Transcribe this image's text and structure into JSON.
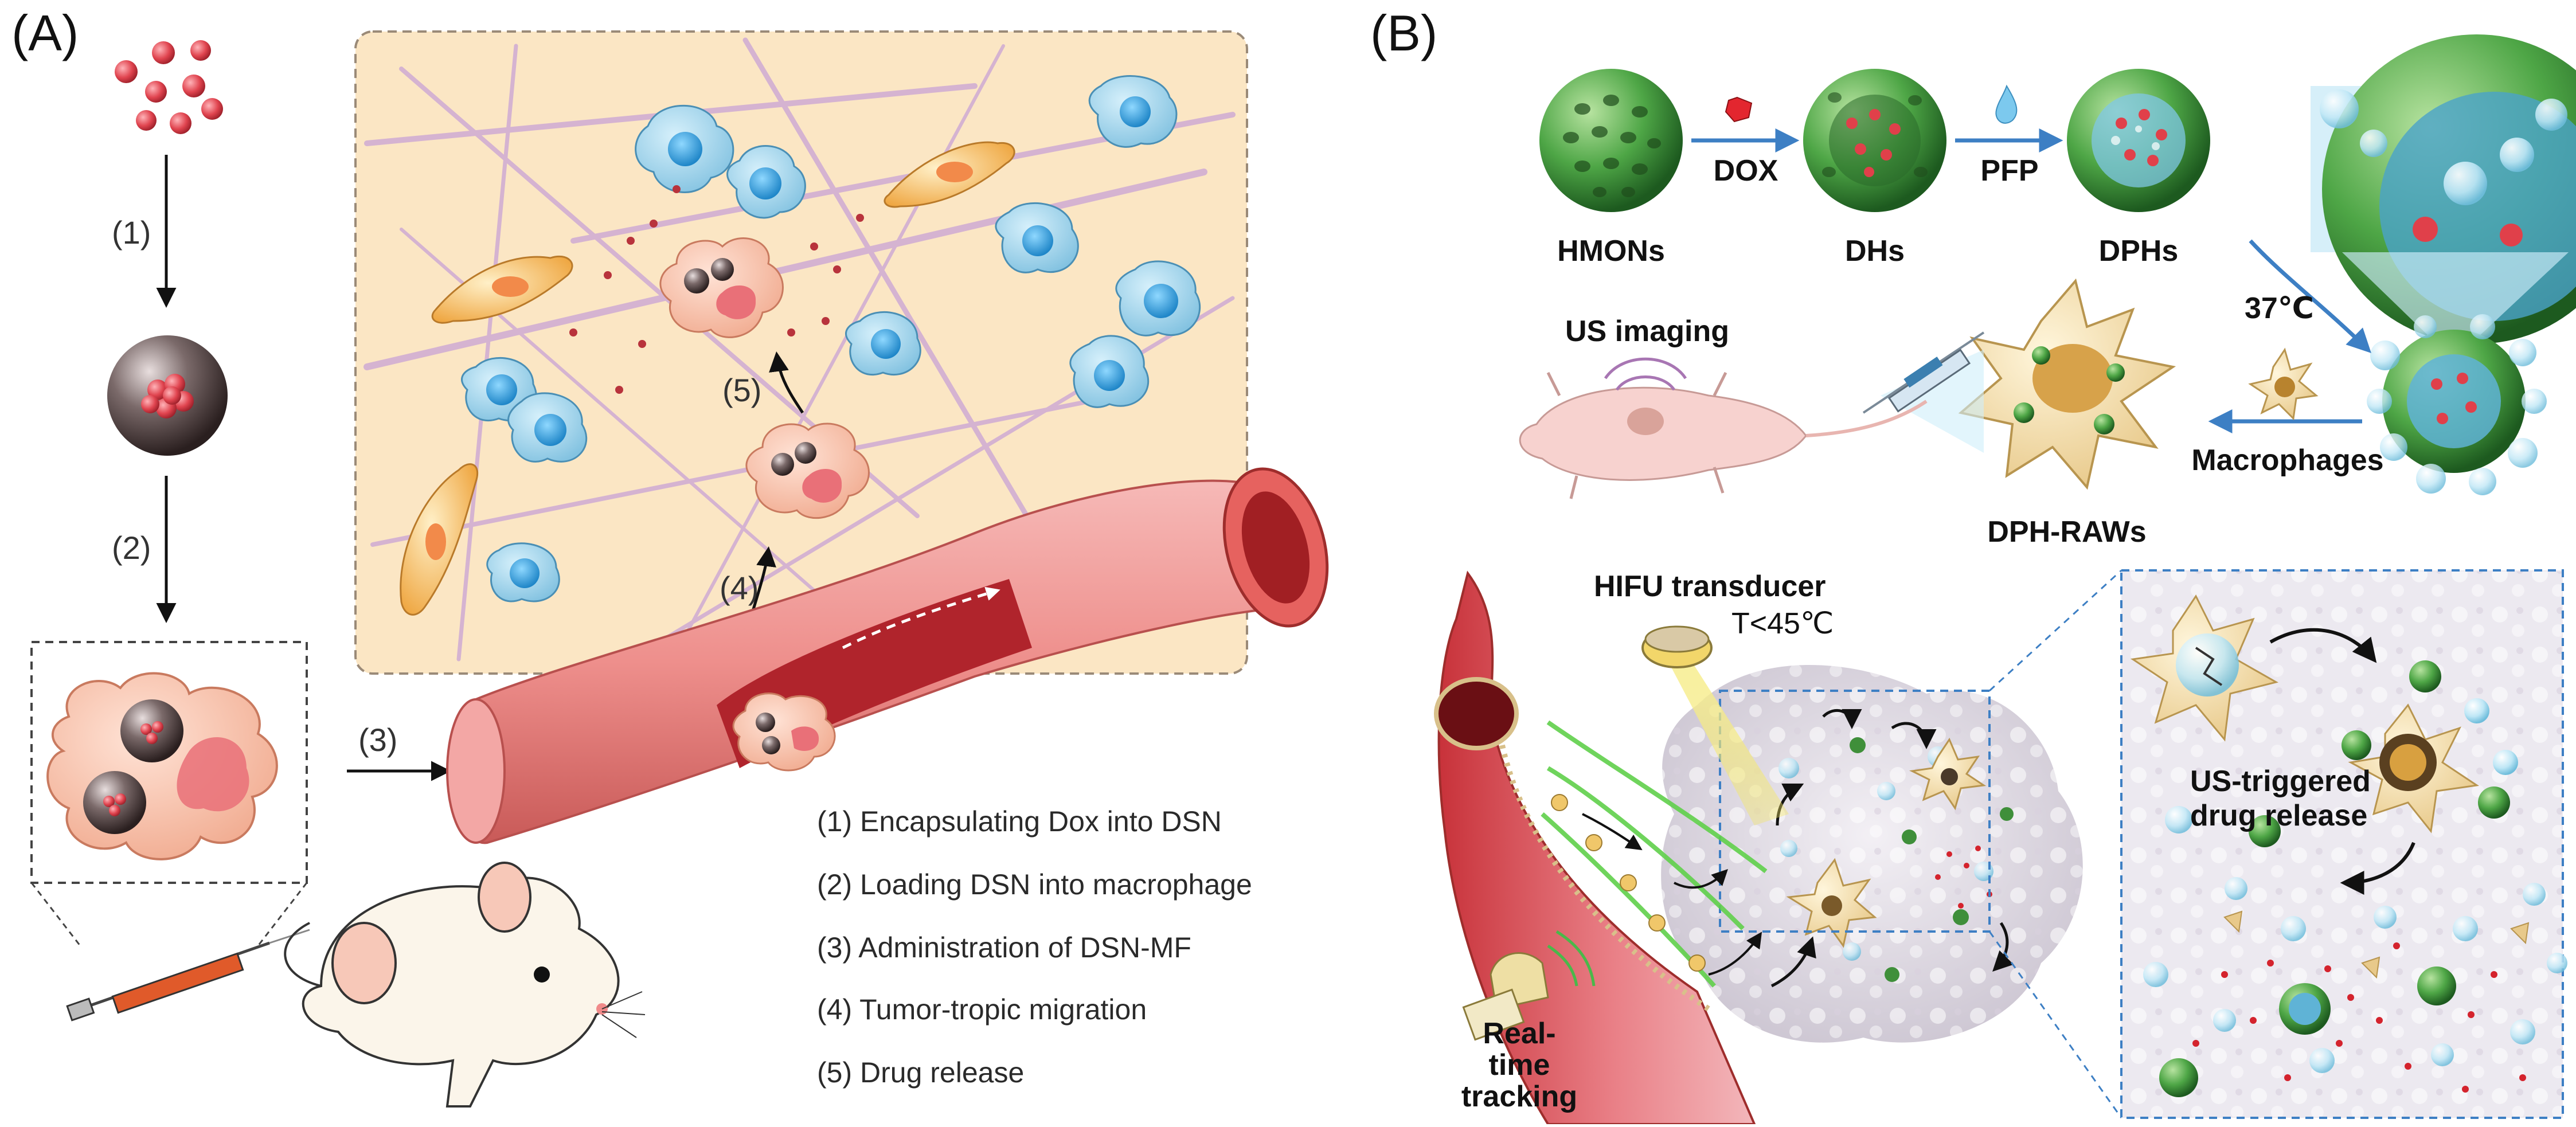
{
  "panels": {
    "a": {
      "label": "(A)",
      "steps": [
        "(1)",
        "(2)",
        "(3)",
        "(4)",
        "(5)"
      ],
      "legend": [
        "(1) Encapsulating Dox into DSN",
        "(2) Loading DSN into macrophage",
        "(3) Administration of DSN-MF",
        "(4) Tumor-tropic migration",
        "(5) Drug release"
      ]
    },
    "b": {
      "label": "(B)",
      "particles": [
        "HMONs",
        "DHs",
        "DPHs"
      ],
      "reagents": [
        "DOX",
        "PFP"
      ],
      "temperature": "37℃",
      "us_imaging": "US imaging",
      "macrophages": "Macrophages",
      "dph_raws": "DPH-RAWs",
      "hifu": "HIFU transducer",
      "hifu_temp": "T<45℃",
      "tracking_line1": "Real-",
      "tracking_line2": "time",
      "tracking_line3": "tracking",
      "release_line1": "US-triggered",
      "release_line2": "drug release"
    }
  },
  "colors": {
    "arrow_blue": "#3d7fc4",
    "shell_green": "#3f9a3a",
    "vessel_red": "#c8323a",
    "cell_blue": "#9fd3ea",
    "fibroblast_orange": "#f2a94a",
    "tumor_bg": "#fbe6c4"
  }
}
